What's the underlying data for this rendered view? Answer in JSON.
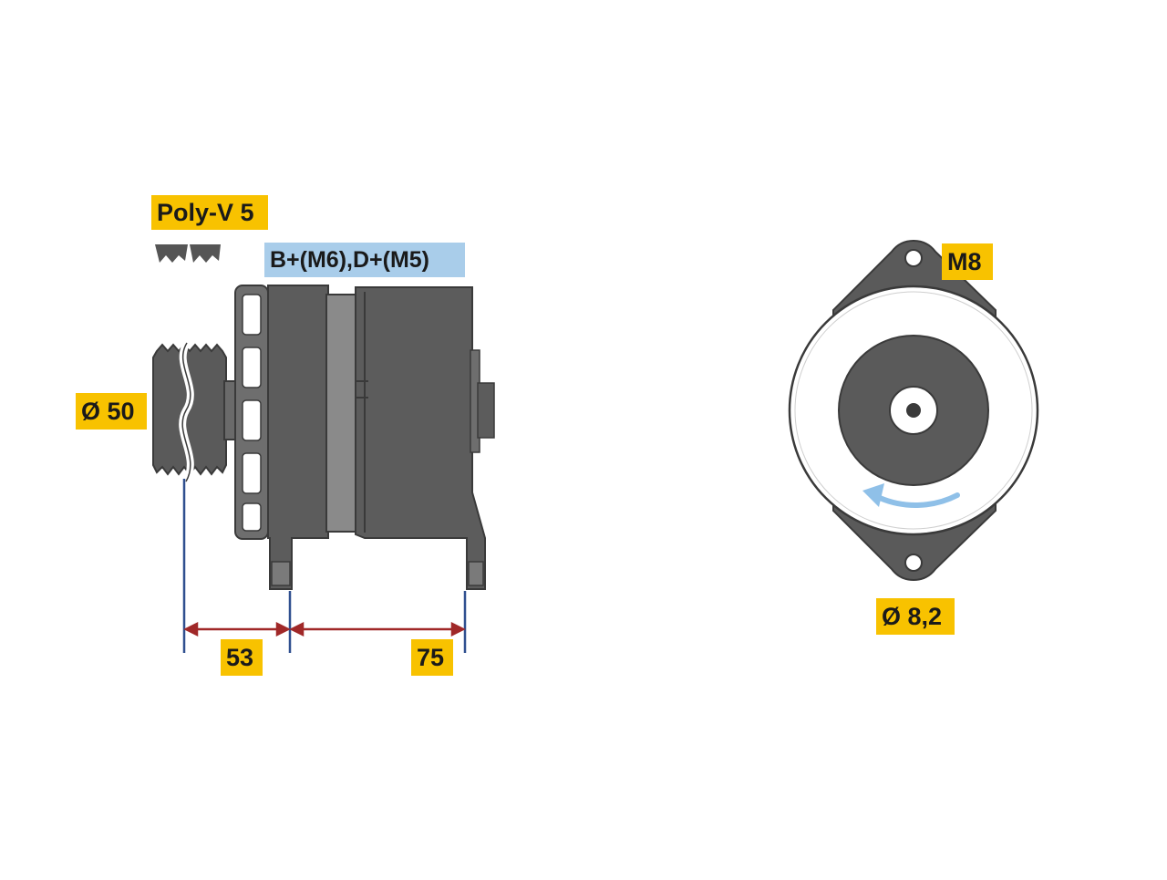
{
  "labels": {
    "belt": "Poly-V 5",
    "terminals": "B+(M6),D+(M5)",
    "pulley_diameter": "Ø 50",
    "dim_left": "53",
    "dim_right": "75",
    "mount_thread": "M8",
    "hole_diameter": "Ø 8,2"
  },
  "colors": {
    "label_yellow": "#f8c200",
    "label_blue": "#a9cdea",
    "body_dark": "#5a5a5a",
    "body_mid": "#7a7a7a",
    "dimension_line": "#a02828",
    "extension_line": "#2f4f8f",
    "rotation_arrow": "#8fc0e8"
  }
}
